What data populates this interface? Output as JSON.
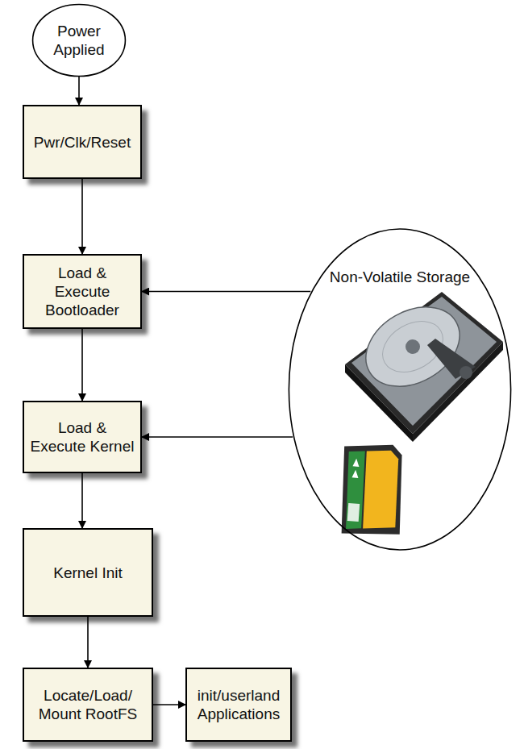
{
  "diagram": {
    "nodes": [
      {
        "text": [
          "Power Applied"
        ]
      },
      {
        "text": [
          "Pwr/Clk/Reset"
        ]
      },
      {
        "text": [
          "Load & Execute Bootloader"
        ]
      },
      {
        "text": [
          "Non-Volatile Storage"
        ]
      },
      {
        "text": [
          "Load & Execute Kernel"
        ]
      },
      {
        "text": [
          "Kernel Init"
        ]
      },
      {
        "text": [
          "Locate/Load/ Mount RootFS"
        ]
      },
      {
        "text": [
          "init/userland Applications"
        ]
      }
    ],
    "edges": [
      {
        "from": 0,
        "to": 1,
        "arrow": "to"
      },
      {
        "from": 1,
        "to": 2,
        "arrow": "to"
      },
      {
        "from": 3,
        "to": 2,
        "arrow": "to"
      },
      {
        "from": 2,
        "to": 4,
        "arrow": "to"
      },
      {
        "from": 3,
        "to": 4,
        "arrow": "to"
      },
      {
        "from": 4,
        "to": 5,
        "arrow": "to"
      },
      {
        "from": 5,
        "to": 6,
        "arrow": "to"
      },
      {
        "from": 6,
        "to": 7,
        "arrow": "to"
      }
    ]
  }
}
